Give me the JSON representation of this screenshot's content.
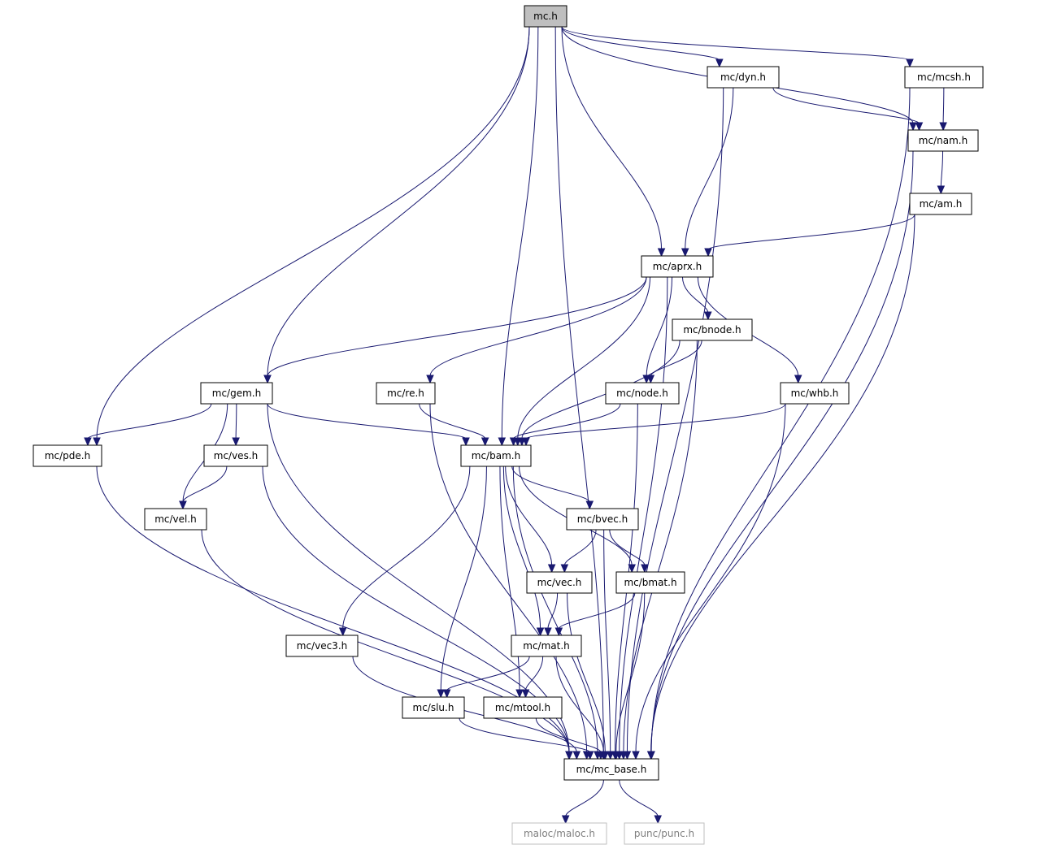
{
  "nodes": [
    {
      "id": "mc_h",
      "label": "mc.h",
      "kind": "root"
    },
    {
      "id": "dyn",
      "label": "mc/dyn.h"
    },
    {
      "id": "mcsh",
      "label": "mc/mcsh.h"
    },
    {
      "id": "nam",
      "label": "mc/nam.h"
    },
    {
      "id": "am",
      "label": "mc/am.h"
    },
    {
      "id": "aprx",
      "label": "mc/aprx.h"
    },
    {
      "id": "bnode",
      "label": "mc/bnode.h"
    },
    {
      "id": "gem",
      "label": "mc/gem.h"
    },
    {
      "id": "re",
      "label": "mc/re.h"
    },
    {
      "id": "node",
      "label": "mc/node.h"
    },
    {
      "id": "whb",
      "label": "mc/whb.h"
    },
    {
      "id": "pde",
      "label": "mc/pde.h"
    },
    {
      "id": "ves",
      "label": "mc/ves.h"
    },
    {
      "id": "bam",
      "label": "mc/bam.h"
    },
    {
      "id": "vel",
      "label": "mc/vel.h"
    },
    {
      "id": "bvec",
      "label": "mc/bvec.h"
    },
    {
      "id": "vec",
      "label": "mc/vec.h"
    },
    {
      "id": "bmat",
      "label": "mc/bmat.h"
    },
    {
      "id": "vec3",
      "label": "mc/vec3.h"
    },
    {
      "id": "mat",
      "label": "mc/mat.h"
    },
    {
      "id": "slu",
      "label": "mc/slu.h"
    },
    {
      "id": "mtool",
      "label": "mc/mtool.h"
    },
    {
      "id": "mc_base",
      "label": "mc/mc_base.h"
    },
    {
      "id": "maloc",
      "label": "maloc/maloc.h",
      "kind": "external"
    },
    {
      "id": "punc",
      "label": "punc/punc.h",
      "kind": "external"
    }
  ],
  "edges": [
    [
      "mc_h",
      "dyn"
    ],
    [
      "mc_h",
      "mcsh"
    ],
    [
      "mc_h",
      "nam"
    ],
    [
      "mc_h",
      "aprx"
    ],
    [
      "mc_h",
      "gem"
    ],
    [
      "mc_h",
      "pde"
    ],
    [
      "mc_h",
      "bam"
    ],
    [
      "mc_h",
      "mc_base"
    ],
    [
      "dyn",
      "nam"
    ],
    [
      "dyn",
      "aprx"
    ],
    [
      "dyn",
      "mc_base"
    ],
    [
      "mcsh",
      "nam"
    ],
    [
      "mcsh",
      "mc_base"
    ],
    [
      "nam",
      "am"
    ],
    [
      "nam",
      "mc_base"
    ],
    [
      "am",
      "aprx"
    ],
    [
      "am",
      "mc_base"
    ],
    [
      "aprx",
      "gem"
    ],
    [
      "aprx",
      "re"
    ],
    [
      "aprx",
      "node"
    ],
    [
      "aprx",
      "bnode"
    ],
    [
      "aprx",
      "whb"
    ],
    [
      "aprx",
      "bam"
    ],
    [
      "aprx",
      "mc_base"
    ],
    [
      "bnode",
      "node"
    ],
    [
      "bnode",
      "bam"
    ],
    [
      "bnode",
      "mc_base"
    ],
    [
      "gem",
      "pde"
    ],
    [
      "gem",
      "ves"
    ],
    [
      "gem",
      "vel"
    ],
    [
      "gem",
      "bam"
    ],
    [
      "gem",
      "mc_base"
    ],
    [
      "re",
      "bam"
    ],
    [
      "re",
      "mc_base"
    ],
    [
      "node",
      "bam"
    ],
    [
      "node",
      "mc_base"
    ],
    [
      "whb",
      "bam"
    ],
    [
      "whb",
      "mc_base"
    ],
    [
      "pde",
      "mc_base"
    ],
    [
      "ves",
      "vel"
    ],
    [
      "ves",
      "mc_base"
    ],
    [
      "vel",
      "mc_base"
    ],
    [
      "bam",
      "bvec"
    ],
    [
      "bam",
      "vec"
    ],
    [
      "bam",
      "bmat"
    ],
    [
      "bam",
      "mat"
    ],
    [
      "bam",
      "vec3"
    ],
    [
      "bam",
      "slu"
    ],
    [
      "bam",
      "mtool"
    ],
    [
      "bam",
      "mc_base"
    ],
    [
      "bvec",
      "vec"
    ],
    [
      "bvec",
      "bmat"
    ],
    [
      "bvec",
      "mc_base"
    ],
    [
      "vec",
      "mat"
    ],
    [
      "vec",
      "mc_base"
    ],
    [
      "bmat",
      "mat"
    ],
    [
      "bmat",
      "mc_base"
    ],
    [
      "vec3",
      "mc_base"
    ],
    [
      "mat",
      "slu"
    ],
    [
      "mat",
      "mtool"
    ],
    [
      "mat",
      "mc_base"
    ],
    [
      "slu",
      "mc_base"
    ],
    [
      "mtool",
      "mc_base"
    ],
    [
      "mc_base",
      "maloc"
    ],
    [
      "mc_base",
      "punc"
    ]
  ]
}
